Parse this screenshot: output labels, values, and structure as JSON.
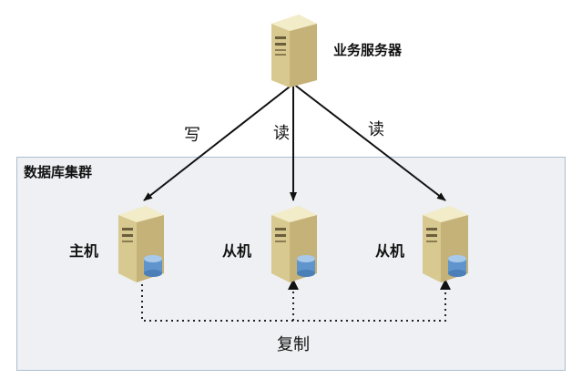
{
  "business_server": {
    "label": "业务服务器",
    "icon": "server-tower-icon"
  },
  "cluster": {
    "label": "数据库集群"
  },
  "master": {
    "label": "主机",
    "icon": "database-server-icon"
  },
  "slave_1": {
    "label": "从机",
    "icon": "database-server-icon"
  },
  "slave_2": {
    "label": "从机",
    "icon": "database-server-icon"
  },
  "edges": {
    "write_label": "写",
    "read_label_1": "读",
    "read_label_2": "读",
    "replicate_label": "复制"
  }
}
